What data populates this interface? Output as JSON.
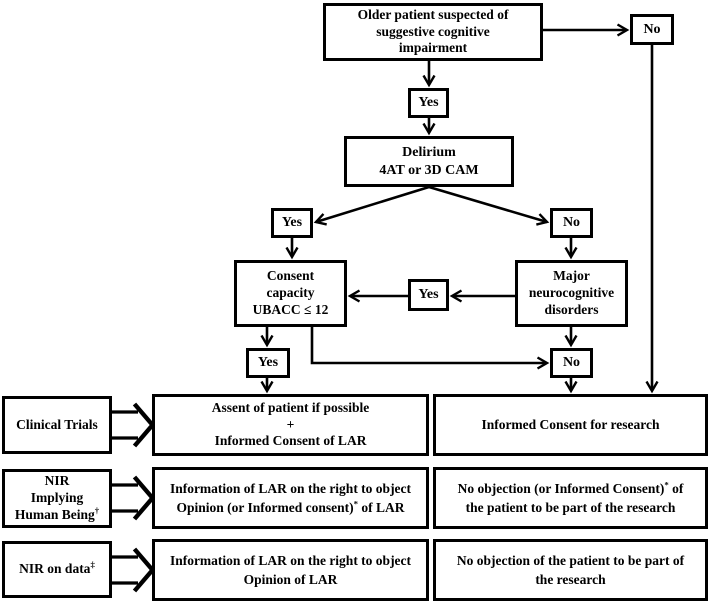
{
  "colors": {
    "ink": "#000000",
    "background": "#ffffff"
  },
  "diagram": {
    "start": {
      "line1": "Older patient suspected of",
      "line2": "suggestive cognitive",
      "line3": "impairment"
    },
    "no_exit": "No",
    "yes_screening": "Yes",
    "delirium": {
      "line1": "Delirium",
      "line2": "4AT or 3D CAM"
    },
    "delirium_yes": "Yes",
    "delirium_no": "No",
    "consent_capacity": {
      "line1": "Consent",
      "line2": "capacity",
      "line3": "UBACC ≤ 12"
    },
    "major_neurocognitive": {
      "line1": "Major",
      "line2": "neurocognitive",
      "line3": "disorders"
    },
    "major_yes": "Yes",
    "consent_yes": "Yes",
    "capacity_no": "No",
    "rows": [
      {
        "label": {
          "line1": "Clinical Trials"
        },
        "middle": {
          "line1": "Assent of patient if possible",
          "line2": "+",
          "line3": "Informed Consent of LAR"
        },
        "right": {
          "line1": "Informed Consent for research"
        }
      },
      {
        "label": {
          "line1": "NIR",
          "line2": "Implying",
          "line3": "Human Being",
          "line3_sup": "†"
        },
        "middle": {
          "line1": "Information of LAR on the right to object",
          "line2a": "Opinion (or Informed consent)",
          "line2_sup": "*",
          "line2b": " of LAR"
        },
        "right": {
          "line1a": "No objection (or Informed Consent)",
          "line1_sup": "*",
          "line1b": " of",
          "line2": "the patient to be part of the research"
        }
      },
      {
        "label": {
          "line1": "NIR on data",
          "line1_sup": "‡"
        },
        "middle": {
          "line1": "Information of LAR on the right to object",
          "line2": "Opinion of LAR"
        },
        "right": {
          "line1": "No objection of the patient to be part of",
          "line2": "the research"
        }
      }
    ]
  }
}
